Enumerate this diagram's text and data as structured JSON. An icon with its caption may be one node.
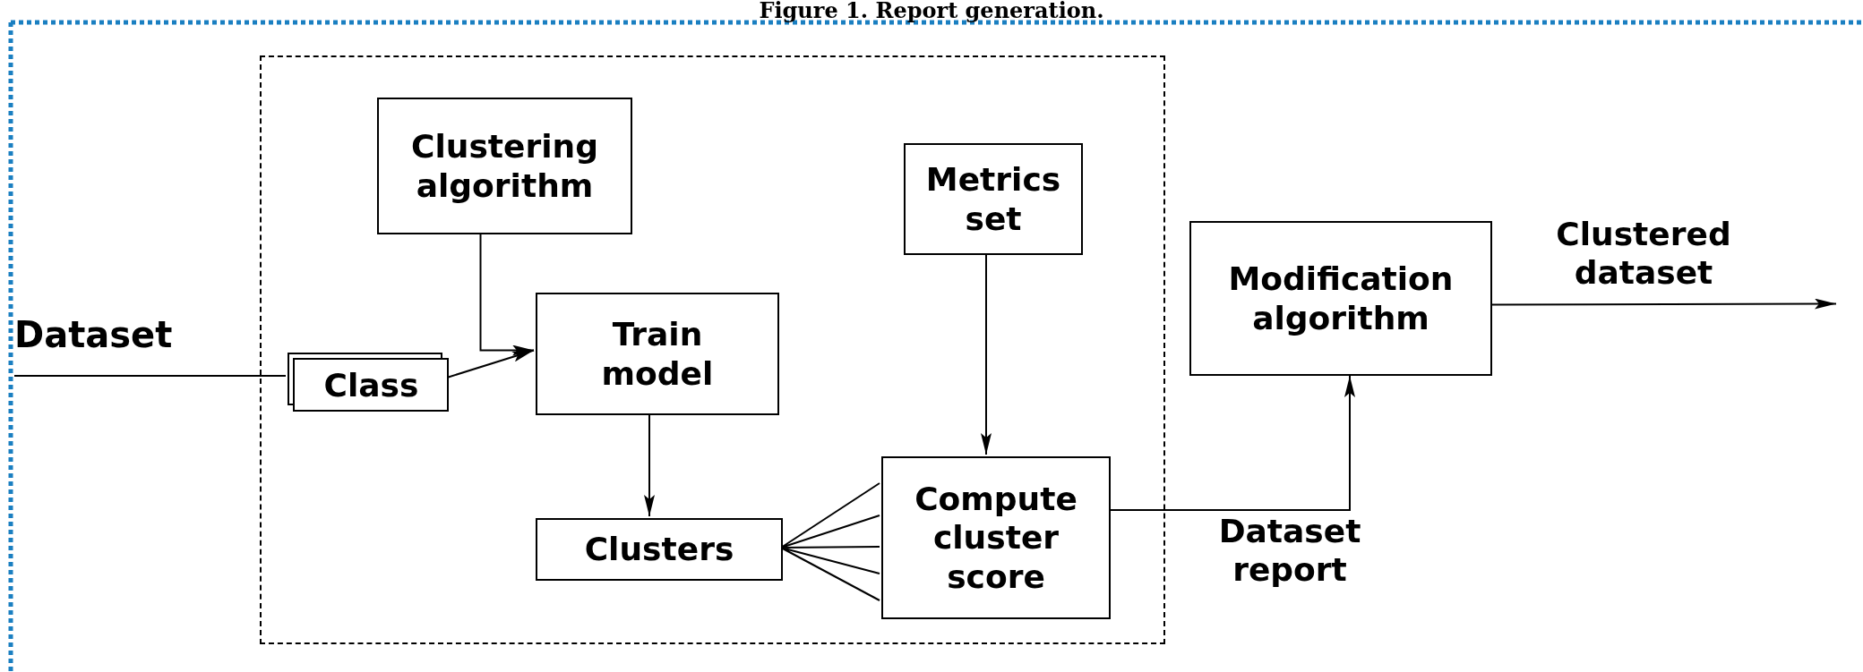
{
  "diagram": {
    "title": "Figure 1. Report generation.",
    "nodes": [
      {
        "text": [],
        "shape": "box"
      },
      {
        "text": [
          "Clustering algorithm"
        ],
        "in": 0
      },
      {
        "text": [
          "Metrics set"
        ],
        "in": 0
      },
      {
        "text": [
          "Class"
        ],
        "in": 0
      },
      {
        "text": [
          "Train model"
        ],
        "in": 0
      },
      {
        "text": [
          "Clusters"
        ],
        "in": 0
      },
      {
        "text": [
          "Compute cluster score"
        ],
        "in": 0
      },
      {
        "text": [
          "Modification algorithm"
        ]
      }
    ],
    "edges": [
      {
        "from": null,
        "to": 3,
        "arrow": "none",
        "label": "Dataset"
      },
      {
        "from": 3,
        "to": 4,
        "arrow": "to"
      },
      {
        "from": 1,
        "to": 4,
        "arrow": "to"
      },
      {
        "from": 4,
        "to": 5,
        "arrow": "to"
      },
      {
        "from": 2,
        "to": 6,
        "arrow": "to"
      },
      {
        "from": 5,
        "to": 6,
        "arrow": "none"
      },
      {
        "from": 6,
        "to": 7,
        "arrow": "to",
        "label": "Dataset report"
      },
      {
        "from": 7,
        "to": null,
        "arrow": "to",
        "label": "Clustered dataset"
      }
    ]
  }
}
